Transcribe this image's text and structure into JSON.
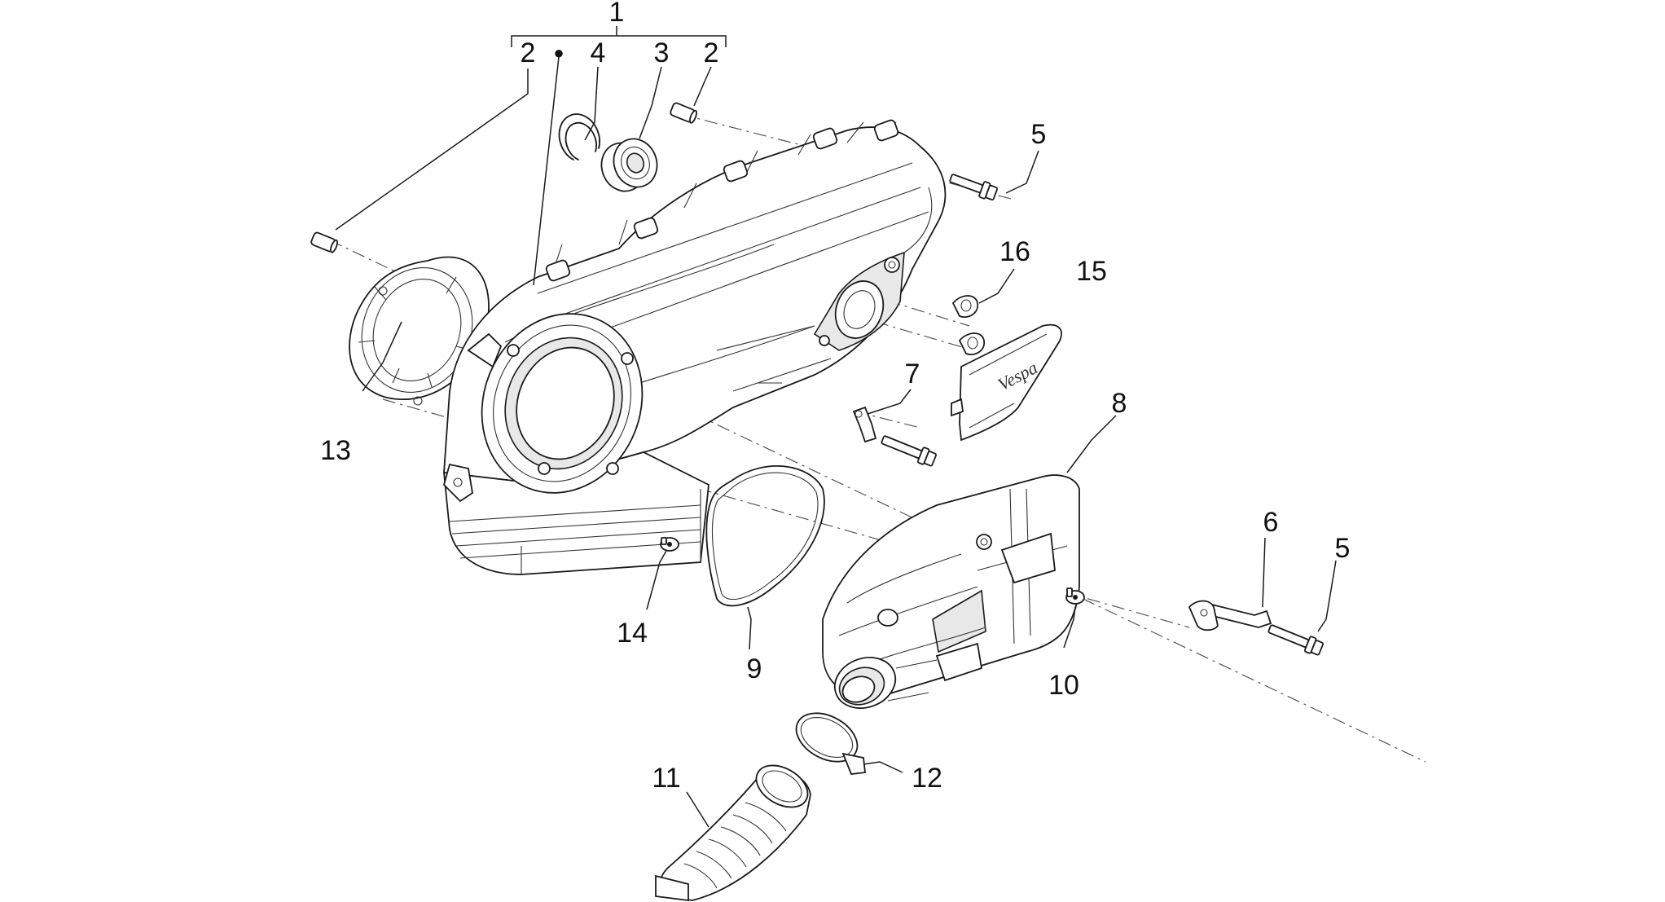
{
  "diagram": {
    "background": "#ffffff",
    "line_color": "#1a1a1a",
    "callouts": {
      "c1": "1",
      "c2a": "2",
      "c2b": "2",
      "bullet": "●",
      "c3": "3",
      "c4": "4",
      "c5a": "5",
      "c5b": "5",
      "c6": "6",
      "c7": "7",
      "c8": "8",
      "c9": "9",
      "c10": "10",
      "c11": "11",
      "c12": "12",
      "c13": "13",
      "c14": "14",
      "c15": "15",
      "c16": "16"
    }
  }
}
